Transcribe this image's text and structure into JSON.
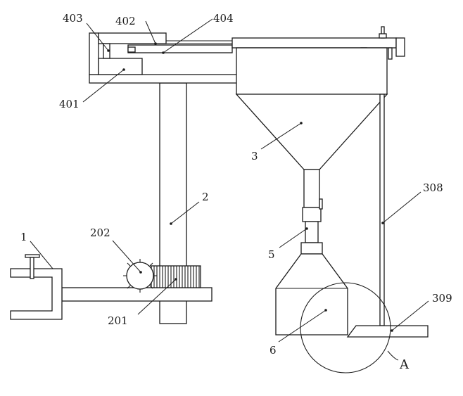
{
  "labels": {
    "l1": "1",
    "l2": "2",
    "l3": "3",
    "l5": "5",
    "l6": "6",
    "l201": "201",
    "l202": "202",
    "l308": "308",
    "l309": "309",
    "l401": "401",
    "l402": "402",
    "l403": "403",
    "l404": "404",
    "lA": "A"
  },
  "colors": {
    "line": "#1a1a1a",
    "background": "#ffffff"
  }
}
